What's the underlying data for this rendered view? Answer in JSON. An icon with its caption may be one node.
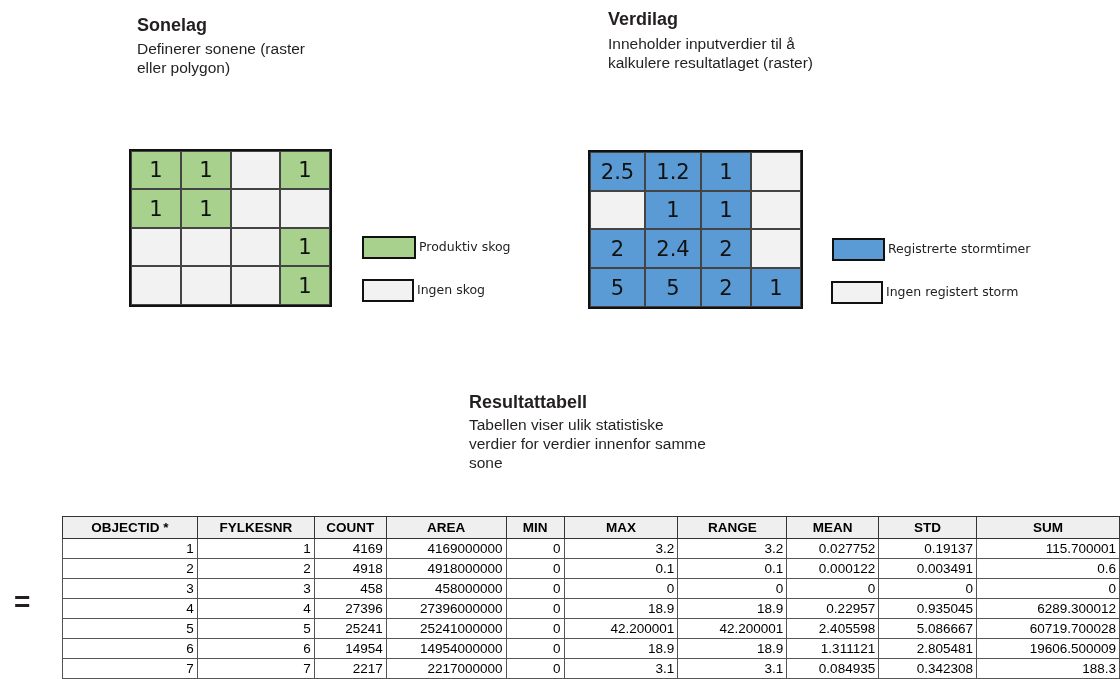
{
  "diagram": {
    "labels": [
      "Sonelag",
      "Definerer sonene (raster eller polygon)",
      "Verdilag",
      "Inneholder inputverdier til å kalkulere resultatlaget (raster)",
      "1",
      "1",
      "1",
      "1",
      "1",
      "1",
      "1",
      "2.5",
      "1.2",
      "1",
      "1",
      "1",
      "2",
      "2.4",
      "2",
      "5",
      "5",
      "2",
      "1",
      "Resultattabell",
      "Tabellen viser ulik statistiske verdier for verdier innenfor samme sone",
      "=",
      "OBJECTID *",
      "FYLKESNR",
      "COUNT",
      "AREA",
      "MIN",
      "MAX",
      "RANGE",
      "MEAN",
      "STD",
      "SUM",
      "1",
      "1",
      "4169",
      "4169000000",
      "0",
      "3.2",
      "3.2",
      "0.027752",
      "0.19137",
      "115.700001",
      "2",
      "2",
      "4918",
      "4918000000",
      "0",
      "0.1",
      "0.1",
      "0.000122",
      "0.003491",
      "0.6",
      "3",
      "3",
      "458",
      "458000000",
      "0",
      "0",
      "0",
      "0",
      "0",
      "0",
      "4",
      "4",
      "27396",
      "27396000000",
      "0",
      "18.9",
      "18.9",
      "0.22957",
      "0.935045",
      "6289.300012",
      "5",
      "5",
      "25241",
      "25241000000",
      "0",
      "42.200001",
      "42.200001",
      "2.405598",
      "5.086667",
      "60719.700028",
      "6",
      "6",
      "14954",
      "14954000000",
      "0",
      "18.9",
      "18.9",
      "1.311121",
      "2.805481",
      "19606.500009",
      "7",
      "7",
      "2217",
      "2217000000",
      "0",
      "3.1",
      "3.1",
      "0.084935",
      "0.342308",
      "188.3"
    ],
    "legend": [
      {
        "text": "Produktiv skog",
        "color": "#a9d18e"
      },
      {
        "text": "Ingen skog",
        "color": "#f2f2f2"
      },
      {
        "text": "Registrerte stormtimer",
        "color": "#5b9bd5"
      },
      {
        "text": "Ingen registert storm",
        "color": "#f2f2f2"
      }
    ]
  }
}
